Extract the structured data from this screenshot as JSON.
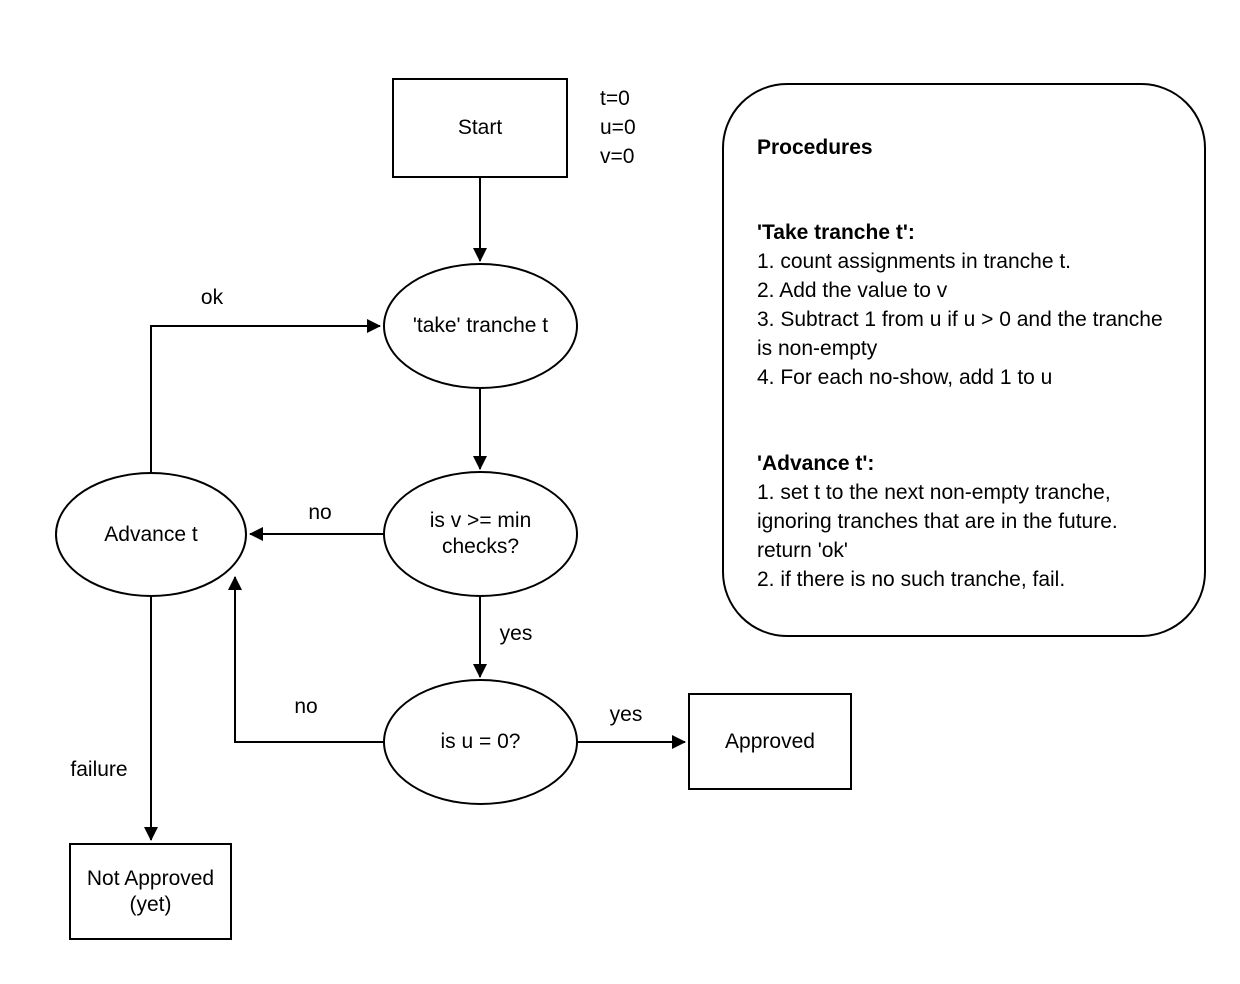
{
  "flowchart": {
    "nodes": {
      "start": {
        "label": "Start",
        "shape": "rect"
      },
      "take": {
        "label": "'take' tranche t",
        "shape": "ellipse"
      },
      "check_v": {
        "label": "is v >= min checks?",
        "shape": "ellipse"
      },
      "advance": {
        "label": "Advance t",
        "shape": "ellipse"
      },
      "check_u": {
        "label": "is u = 0?",
        "shape": "ellipse"
      },
      "approved": {
        "label": "Approved",
        "shape": "rect"
      },
      "not_approved": {
        "label": "Not Approved (yet)",
        "shape": "rect"
      }
    },
    "init_annotation": {
      "lines": [
        "t=0",
        "u=0",
        "v=0"
      ]
    },
    "edge_labels": {
      "advance_to_take": "ok",
      "check_v_to_advance": "no",
      "check_v_to_check_u": "yes",
      "check_u_to_advance": "no",
      "check_u_to_approved": "yes",
      "advance_to_not_approved": "failure"
    },
    "colors": {
      "stroke": "#000000",
      "node_fill": "#ffffff",
      "background": "#ffffff"
    }
  },
  "procedures_panel": {
    "title": "Procedures",
    "sections": [
      {
        "heading": "'Take tranche t':",
        "items": [
          "1. count assignments in tranche t.",
          "2. Add the value to v",
          "3. Subtract 1 from u if u > 0 and the tranche is non-empty",
          "4. For each no-show, add 1 to u"
        ]
      },
      {
        "heading": "'Advance t':",
        "items": [
          "1. set t to the next non-empty tranche, ignoring tranches that are in the future. return 'ok'",
          "2. if there is no such tranche, fail."
        ]
      }
    ]
  }
}
